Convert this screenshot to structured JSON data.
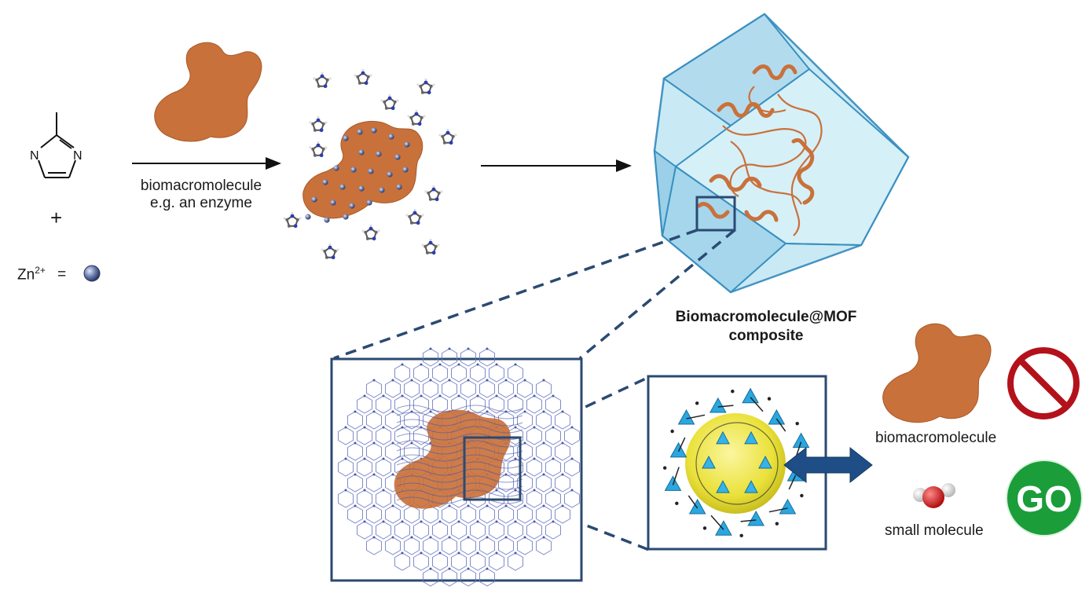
{
  "colors": {
    "protein": "#c9713b",
    "zinc": "#4a5a8a",
    "frame": "#2b4a72",
    "crystal_fill": "#bfe3ef",
    "crystal_edge": "#3a8fc0",
    "stop": "#b3121b",
    "go": "#1b9d3a",
    "cage": "#f3ec3a",
    "tetra": "#2aa7e0"
  },
  "labels": {
    "linker_n1": "N",
    "linker_n2": "N",
    "plus": "+",
    "zinc_label": "Zn",
    "zinc_charge": "2+",
    "equals": "=",
    "step1_line1": "biomacromolecule",
    "step1_line2": "e.g. an enzyme",
    "product_line1": "Biomacromolecule@MOF",
    "product_line2": "composite",
    "blocked_label": "biomacromolecule",
    "allowed_label": "small molecule",
    "go_text": "GO"
  },
  "icons": {
    "stop": "no-entry-icon",
    "go": "go-sign-icon",
    "arrow": "double-arrow-icon"
  }
}
